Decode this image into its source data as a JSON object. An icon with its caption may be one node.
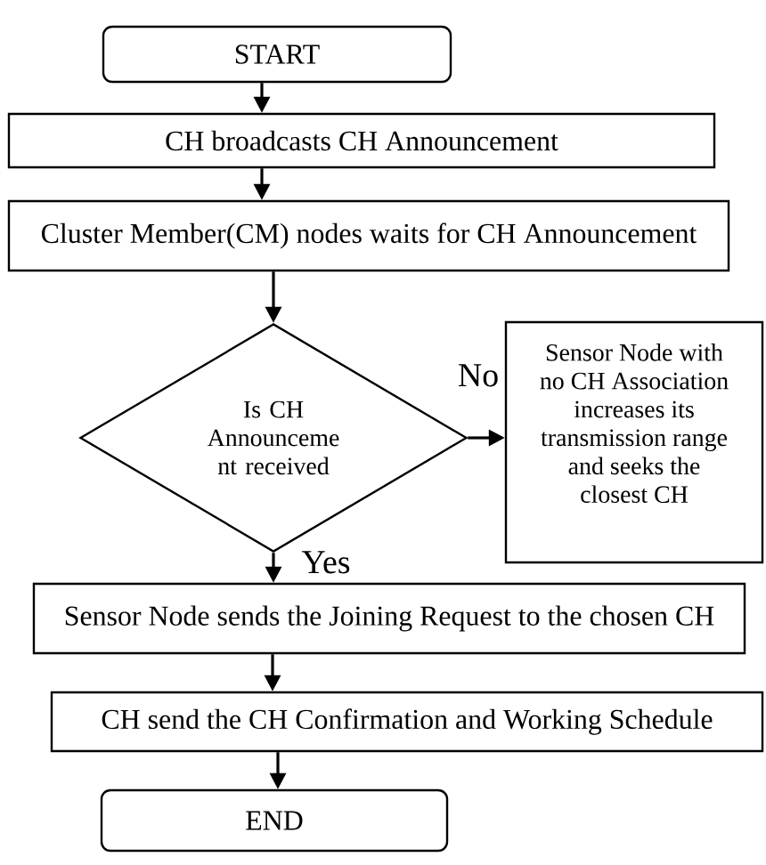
{
  "diagram": {
    "nodes": [
      {
        "text": [
          "START"
        ]
      },
      {
        "text": [
          "CH broadcasts CH Announcement"
        ]
      },
      {
        "text": [
          "Cluster Member(CM) nodes waits for CH Announcement"
        ]
      },
      {
        "text": [
          "Is CH Announceme nt received"
        ]
      },
      {
        "text": [
          "Sensor Node with no CH Association increases its transmission range and seeks the closest CH"
        ]
      },
      {
        "text": [
          "Sensor Node sends the Joining Request to the chosen CH"
        ]
      },
      {
        "text": [
          "CH send the CH Confirmation and Working Schedule"
        ]
      },
      {
        "text": [
          "END"
        ]
      }
    ],
    "edges": [
      {
        "from": 0,
        "to": 1,
        "arrow": "to"
      },
      {
        "from": 1,
        "to": 2,
        "arrow": "to"
      },
      {
        "from": 2,
        "to": 3,
        "arrow": "to"
      },
      {
        "from": 3,
        "to": 4,
        "arrow": "to",
        "label": "No"
      },
      {
        "from": 3,
        "to": 5,
        "arrow": "to",
        "label": "Yes"
      },
      {
        "from": 5,
        "to": 6,
        "arrow": "to"
      },
      {
        "from": 6,
        "to": 7,
        "arrow": "to"
      }
    ]
  }
}
